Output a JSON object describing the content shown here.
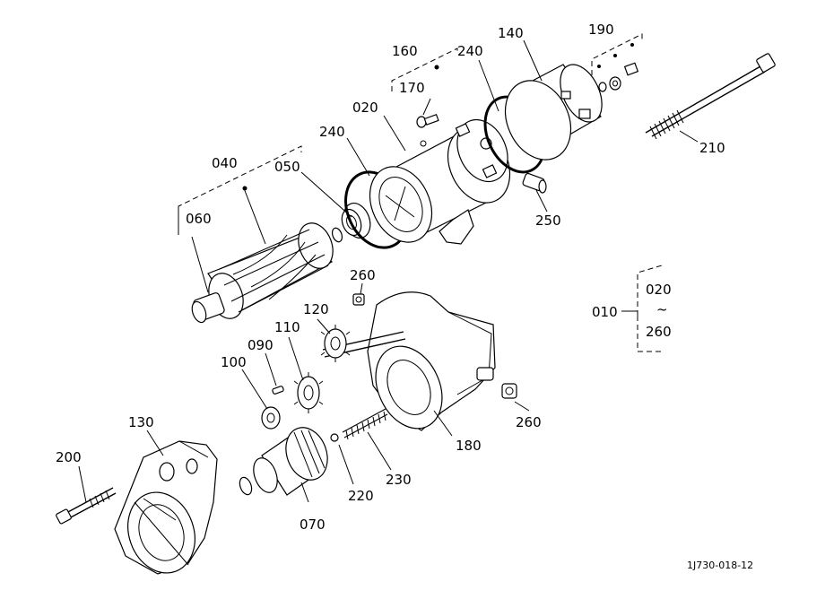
{
  "labels": {
    "p010": "010",
    "p020": "020",
    "p040": "040",
    "p050": "050",
    "p060": "060",
    "p070": "070",
    "p090": "090",
    "p100": "100",
    "p110": "110",
    "p120": "120",
    "p130": "130",
    "p140": "140",
    "p160": "160",
    "p170": "170",
    "p180": "180",
    "p190": "190",
    "p200": "200",
    "p210": "210",
    "p220": "220",
    "p230": "230",
    "p240a": "240",
    "p240b": "240",
    "p250": "250",
    "p260a": "260",
    "p260b": "260",
    "range_from": "020",
    "range_sep": "~",
    "range_to": "260"
  },
  "diagram_code": "1J730-018-12"
}
